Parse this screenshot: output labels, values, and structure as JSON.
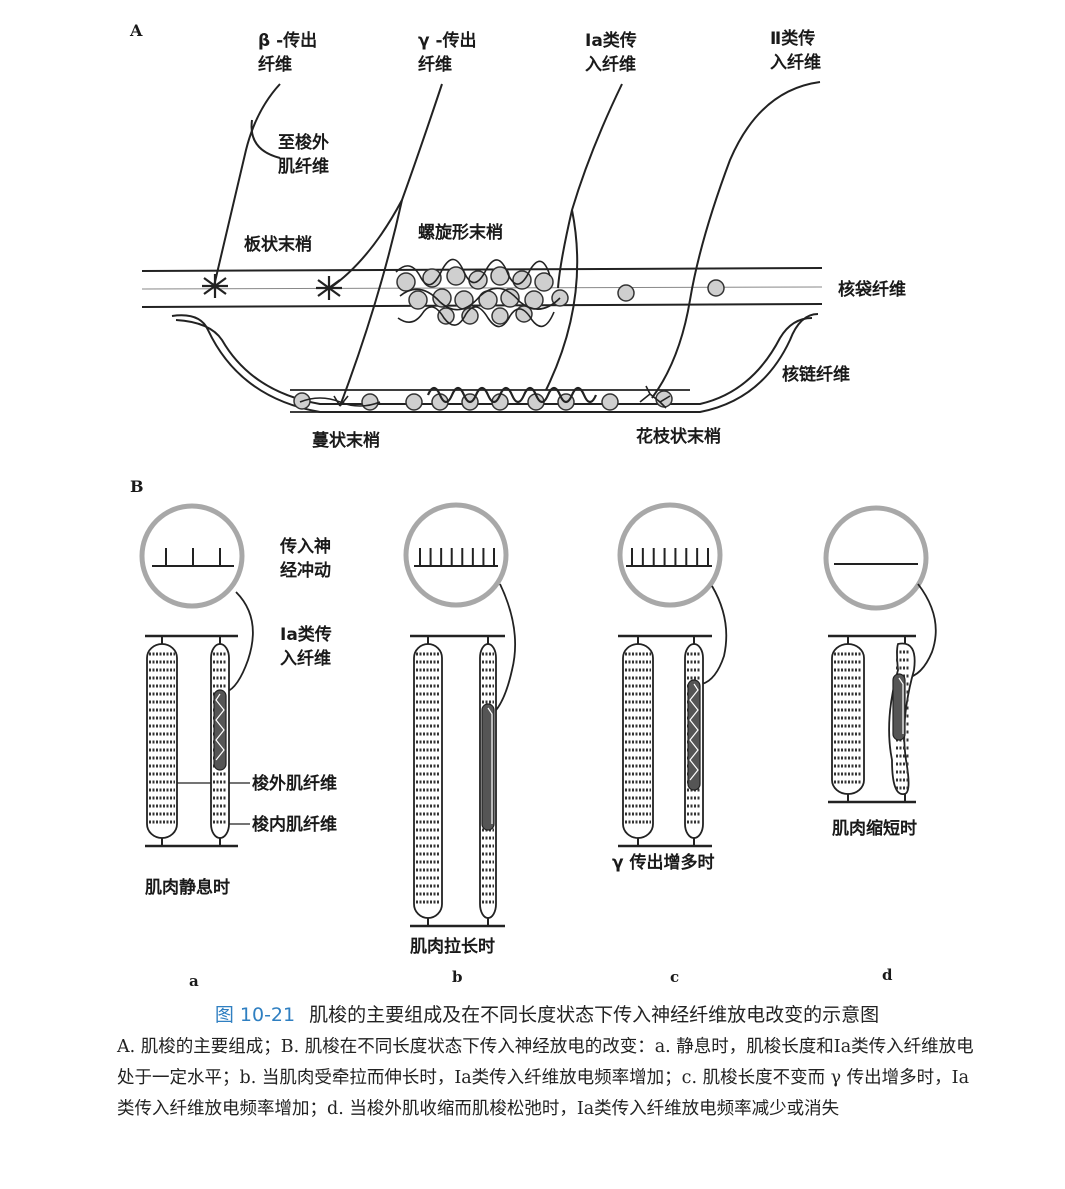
{
  "panel_a": {
    "label": "A",
    "beta_efferent": [
      "β -传出",
      "纤维"
    ],
    "gamma_efferent": [
      "γ -传出",
      "纤维"
    ],
    "ia_afferent": [
      "Ⅰa类传",
      "入纤维"
    ],
    "ii_afferent": [
      "Ⅱ类传",
      "入纤维"
    ],
    "to_extrafusal": [
      "至梭外",
      "肌纤维"
    ],
    "plate_ending": "板状末梢",
    "spiral_ending": "螺旋形末梢",
    "nuclear_bag": "核袋纤维",
    "nuclear_chain": "核链纤维",
    "trail_ending": "蔓状末梢",
    "flower_spray_ending": "花枝状末梢"
  },
  "panel_b": {
    "label": "B",
    "afferent_impulse": [
      "传入神",
      "经冲动"
    ],
    "ia_fiber": [
      "Ⅰa类传",
      "入纤维"
    ],
    "extrafusal_fiber": "梭外肌纤维",
    "intrafusal_fiber": "梭内肌纤维",
    "states": [
      {
        "letter": "a",
        "caption": "肌肉静息时",
        "spikes": 3
      },
      {
        "letter": "b",
        "caption": "肌肉拉长时",
        "spikes": 8
      },
      {
        "letter": "c",
        "caption": "γ 传出增多时",
        "spikes": 8
      },
      {
        "letter": "d",
        "caption": "肌肉缩短时",
        "spikes": 0
      }
    ]
  },
  "caption": {
    "figure_number": "图 10-21",
    "title": "肌梭的主要组成及在不同长度状态下传入神经纤维放电改变的示意图",
    "body": "A. 肌梭的主要组成；B. 肌梭在不同长度状态下传入神经放电的改变：a. 静息时，肌梭长度和Ⅰa类传入纤维放电处于一定水平；b. 当肌肉受牵拉而伸长时，Ⅰa类传入纤维放电频率增加；c. 肌梭长度不变而 γ 传出增多时，Ⅰa类传入纤维放电频率增加；d. 当梭外肌收缩而肌梭松弛时，Ⅰa类传入纤维放电频率减少或消失"
  }
}
